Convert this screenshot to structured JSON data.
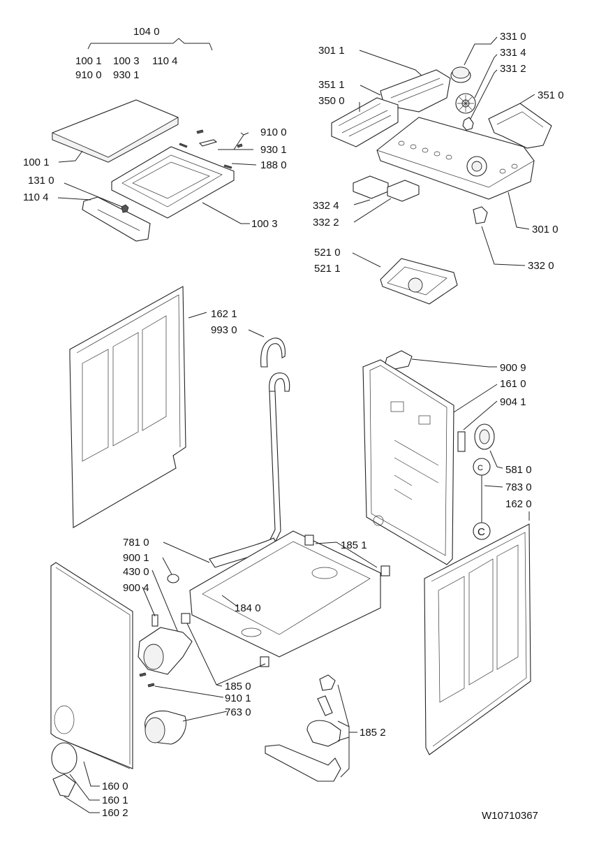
{
  "drawing_number": "W10710367",
  "labels": {
    "l1040": "104 0",
    "l1001a": "100 1",
    "l1003a": "100 3",
    "l1104a": "110 4",
    "l9100a": "910 0",
    "l9301a": "930 1",
    "l9100b": "910 0",
    "l9301b": "930 1",
    "l1880": "188 0",
    "l1001b": "100 1",
    "l1310": "131 0",
    "l1104b": "110 4",
    "l1003b": "100 3",
    "l3011": "301 1",
    "l3310": "331 0",
    "l3314": "331 4",
    "l3312": "331 2",
    "l3511": "351 1",
    "l3510": "351 0",
    "l3500": "350 0",
    "l3324": "332 4",
    "l3322": "332 2",
    "l3010": "301 0",
    "l3320": "332 0",
    "l5210": "521 0",
    "l5211": "521 1",
    "l1621": "162 1",
    "l9930": "993 0",
    "l9009": "900 9",
    "l1610": "161 0",
    "l9041": "904 1",
    "l5810": "581 0",
    "l7830": "783 0",
    "l1620": "162 0",
    "l7810": "781 0",
    "l9001": "900 1",
    "l4300": "430 0",
    "l9004": "900 4",
    "l1851": "185 1",
    "l1840": "184 0",
    "l1850": "185 0",
    "l9101": "910 1",
    "l7630": "763 0",
    "l1852": "185 2",
    "l1600": "160 0",
    "l1601": "160 1",
    "l1602": "160 2",
    "marker_c": "C"
  }
}
